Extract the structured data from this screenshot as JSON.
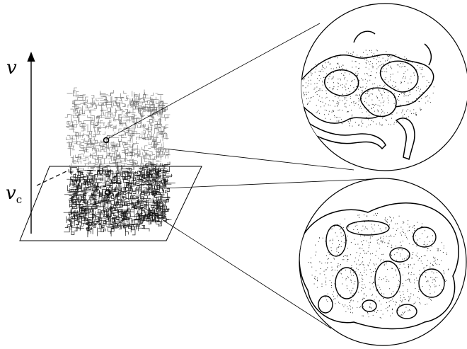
{
  "labels": {
    "axis_var": "v",
    "critical_var": "v",
    "critical_sub": "c"
  },
  "colors": {
    "ink": "#000000",
    "paper": "#ffffff",
    "upper_block": "#6a6a6a",
    "lower_block": "#1a1a1a"
  },
  "panels": {
    "upper": {
      "content": "knotted-tubes"
    },
    "lower": {
      "content": "porous-network"
    }
  }
}
